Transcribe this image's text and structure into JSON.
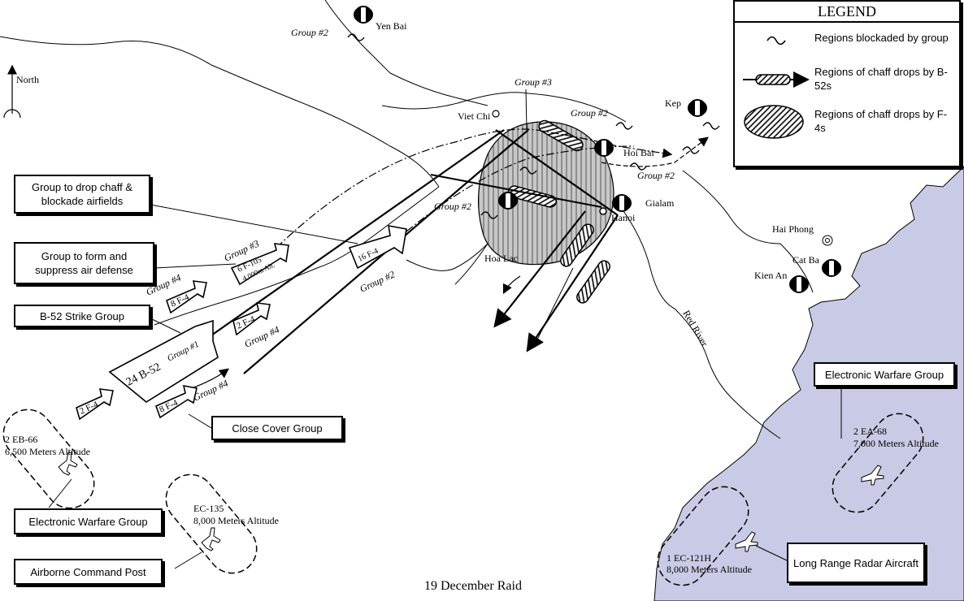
{
  "title": "19 December Raid",
  "legend": {
    "title": "LEGEND",
    "items": [
      {
        "label": "Regions blockaded by group",
        "icon": "blockade-icon"
      },
      {
        "label": "Regions of chaff drops by B-52s",
        "icon": "chaff-corridor-icon"
      },
      {
        "label": "Regions of chaff drops by F-4s",
        "icon": "chaff-area-icon"
      }
    ]
  },
  "north_label": "North",
  "places": {
    "yen_bai": "Yen Bai",
    "viet_chi": "Viet Chi",
    "kep": "Kep",
    "hoi_bai": "Hoi Bai",
    "gialam": "Gialam",
    "hanoi": "Hanoi",
    "hoa_lac": "Hoa Lac",
    "hai_phong": "Hai Phong",
    "cat_ba": "Cat Ba",
    "kien_an": "Kien An",
    "red_river": "Red River"
  },
  "group_labels": {
    "g2_yenbai": "Group #2",
    "g3_top": "Group #3",
    "g2_kep": "Group #2",
    "g2_hoibai": "Group #2",
    "g2_hoalac": "Group #2",
    "g3_route": "Group #3",
    "g4_upper": "Group #4",
    "g2_route": "Group #2",
    "g4_mid": "Group #4",
    "g4_lower": "Group #4",
    "g1": "Group #1"
  },
  "callouts": {
    "chaff_blockade": "Group to drop chaff & blockade airfields",
    "air_defense": "Group to form and suppress air defense",
    "b52_strike": "B-52 Strike Group",
    "close_cover": "Close Cover Group",
    "ew_left": "Electronic Warfare Group",
    "airborne_cp": "Airborne Command Post",
    "ew_right": "Electronic Warfare Group",
    "long_range_radar": "Long Range Radar Aircraft"
  },
  "formations": {
    "b52": "24 B-52",
    "f4_16": "16 F-4",
    "f105": "6 F-105",
    "f105_alt": "4,000m Alt.",
    "f4_8_upper": "8 F-4",
    "f4_2_mid": "2 F-4",
    "f4_8_lower": "8 F-4",
    "f4_2_lead": "2 F-4"
  },
  "orbits": {
    "eb66_name": "2 EB-66",
    "eb66_alt": "6,500 Meters Altitude",
    "ec135_name": "EC-135",
    "ec135_alt": "8,000 Meters Altitude",
    "ea68_name": "2 EA-68",
    "ea68_alt": "7,000 Meters Altitude",
    "ec121_name": "1 EC-121H",
    "ec121_alt": "8,000 Meters Altitude"
  },
  "colors": {
    "sea": "#c9cbe6",
    "ink": "#000000",
    "chaff_fill": "#c8c8c8"
  }
}
